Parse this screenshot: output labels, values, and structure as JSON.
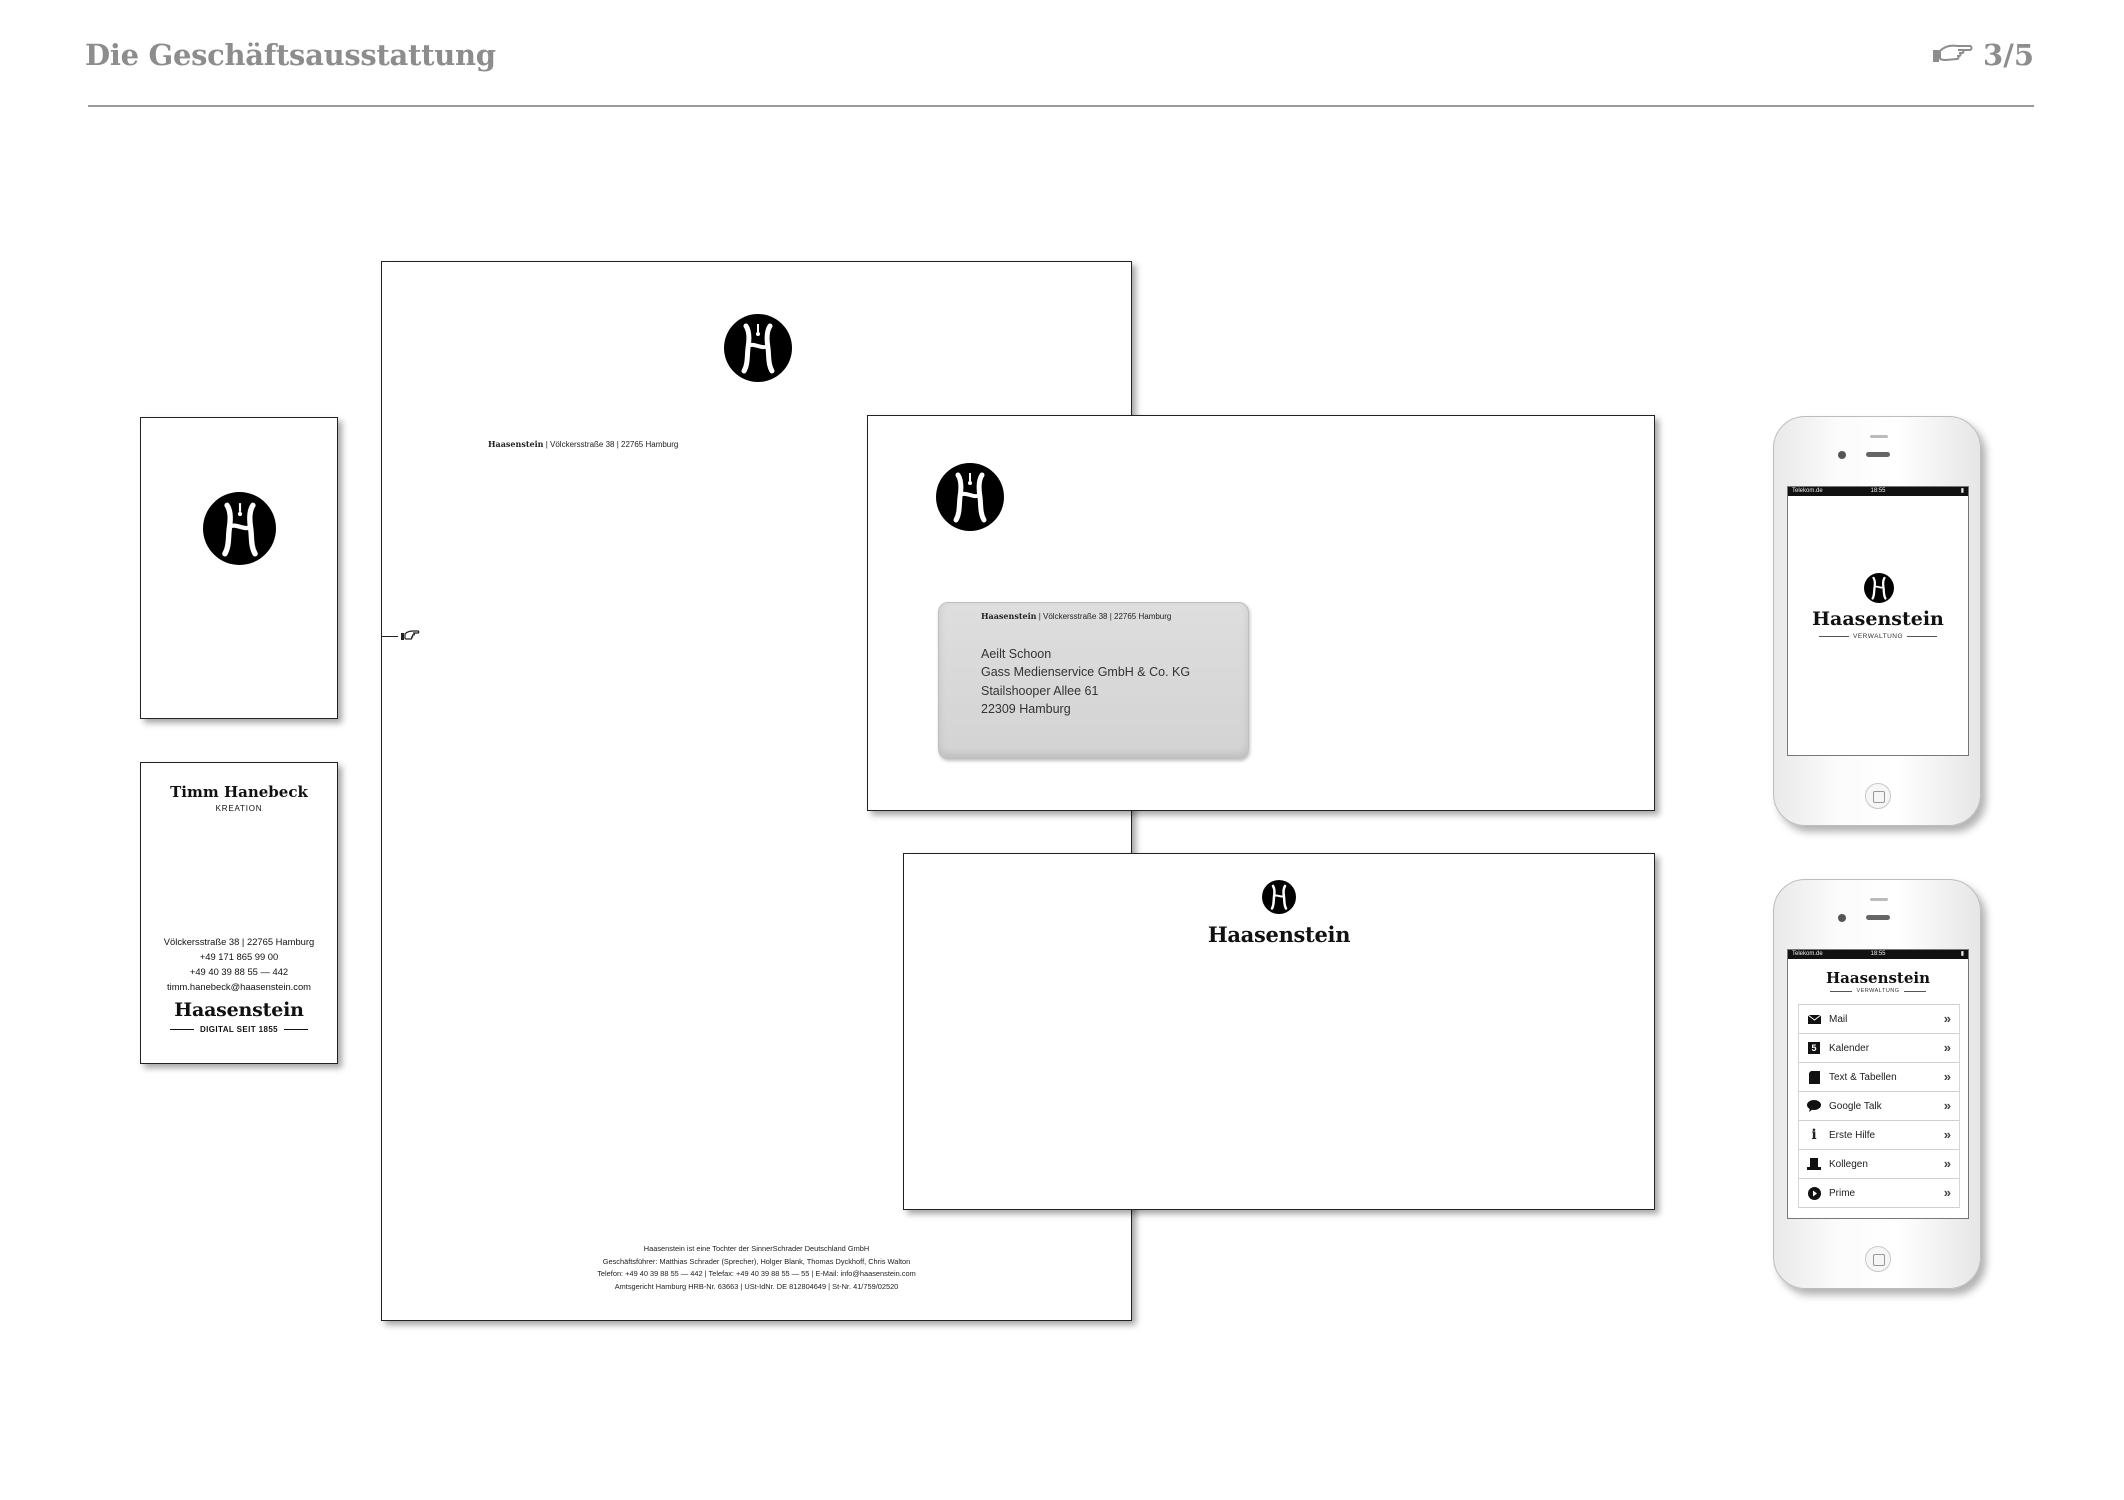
{
  "header": {
    "title": "Die Geschäftsausstattung",
    "page_counter": "3/5",
    "nav_icon": "pointing-hand-icon"
  },
  "letterhead": {
    "sender_brand": "Haasenstein",
    "sender_address": " |  Völckersstraße 38  |  22765 Hamburg",
    "footer": [
      "Haasenstein ist eine Tochter der SinnerSchrader Deutschland GmbH",
      "Geschäftsführer: Matthias Schrader (Sprecher), Holger Blank, Thomas Dyckhoff, Chris Walton",
      "Telefon: +49 40 39 88 55 — 442  |  Telefax: +49 40 39 88 55 — 55  |  E-Mail: info@haasenstein.com",
      "Amtsgericht Hamburg HRB-Nr. 63663  |  USt-IdNr. DE 812804649  |  St-Nr. 41/759/02520"
    ]
  },
  "business_card": {
    "name": "Timm Hanebeck",
    "role": "KREATION",
    "contact": [
      "Völckersstraße 38  |  22765 Hamburg",
      "+49 171 865 99 00",
      "+49 40 39 88 55 — 442",
      "timm.hanebeck@haasenstein.com"
    ],
    "brand": "Haasenstein",
    "tagline": "DIGITAL SEIT 1855"
  },
  "envelope_dl": {
    "sender_brand": "Haasenstein",
    "sender_address": " |  Völckersstraße 38  |  22765 Hamburg",
    "recipient": [
      "Aeilt Schoon",
      "Gass Medienservice GmbH & Co. KG",
      "Stailshooper Allee 61",
      "22309 Hamburg"
    ]
  },
  "envelope_c4": {
    "brand": "Haasenstein"
  },
  "phone_splash": {
    "carrier": "Telekom.de",
    "time": "18:55",
    "brand": "Haasenstein",
    "subtitle": "VERWALTUNG"
  },
  "phone_menu": {
    "carrier": "Telekom.de",
    "time": "18:55",
    "brand": "Haasenstein",
    "subtitle": "VERWALTUNG",
    "chevron": "»",
    "items": [
      {
        "label": "Mail",
        "icon": "envelope-icon"
      },
      {
        "label": "Kalender",
        "icon": "calendar-icon"
      },
      {
        "label": "Text & Tabellen",
        "icon": "document-icon"
      },
      {
        "label": "Google Talk",
        "icon": "speech-bubble-icon"
      },
      {
        "label": "Erste Hilfe",
        "icon": "info-icon"
      },
      {
        "label": "Kollegen",
        "icon": "top-hat-icon"
      },
      {
        "label": "Prime",
        "icon": "play-icon"
      }
    ],
    "calendar_day": "5"
  }
}
